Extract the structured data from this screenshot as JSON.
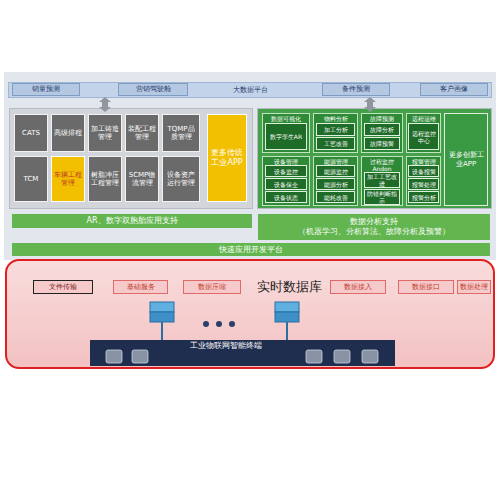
{
  "diagram": {
    "nodes": [
      {
        "text": [
          "大数据平台"
        ]
      },
      {
        "text": [
          "销量预测"
        ],
        "in": 0
      },
      {
        "text": [
          "营销驾驶舱"
        ],
        "in": 0
      },
      {
        "text": [
          "备件预测"
        ],
        "in": 0
      },
      {
        "text": [
          "客户画像"
        ],
        "in": 0
      },
      {
        "text": [
          "CATS"
        ]
      },
      {
        "text": [
          "高级排程"
        ]
      },
      {
        "text": [
          "加工铸造管理"
        ]
      },
      {
        "text": [
          "装配工程管理"
        ]
      },
      {
        "text": [
          "TQMP品质管理"
        ]
      },
      {
        "text": [
          "更多传统工业APP"
        ]
      },
      {
        "text": [
          "TCM"
        ]
      },
      {
        "text": [
          "车辆工程管理"
        ]
      },
      {
        "text": [
          "树脂冲压工程管理"
        ]
      },
      {
        "text": [
          "SCMP物流管理"
        ]
      },
      {
        "text": [
          "设备资产运行管理"
        ]
      },
      {
        "text": [
          "数据可视化"
        ]
      },
      {
        "text": [
          "数字孪生AR"
        ],
        "in": 16
      },
      {
        "text": [
          "物料分析"
        ]
      },
      {
        "text": [
          "加工分析"
        ],
        "in": 18
      },
      {
        "text": [
          "工艺改善"
        ],
        "in": 18
      },
      {
        "text": [
          "故障预测"
        ]
      },
      {
        "text": [
          "故障分析"
        ],
        "in": 21
      },
      {
        "text": [
          "故障预警"
        ],
        "in": 21
      },
      {
        "text": [
          "远程运维"
        ]
      },
      {
        "text": [
          "远程监控中心"
        ],
        "in": 24
      },
      {
        "text": [
          "更多创新工业APP"
        ]
      },
      {
        "text": [
          "设备管理"
        ]
      },
      {
        "text": [
          "设备监控"
        ],
        "in": 27
      },
      {
        "text": [
          "设备保全"
        ],
        "in": 27
      },
      {
        "text": [
          "设备状态"
        ],
        "in": 27
      },
      {
        "text": [
          "能源管理"
        ]
      },
      {
        "text": [
          "能源监控"
        ],
        "in": 31
      },
      {
        "text": [
          "能源分析"
        ],
        "in": 31
      },
      {
        "text": [
          "能耗改善"
        ],
        "in": 31
      },
      {
        "text": [
          "过程监控Andon"
        ]
      },
      {
        "text": [
          "加工工艺改进"
        ],
        "in": 35
      },
      {
        "text": [
          "防错判断指示"
        ],
        "in": 35
      },
      {
        "text": [
          "报警管理"
        ]
      },
      {
        "text": [
          "设备报警"
        ],
        "in": 38
      },
      {
        "text": [
          "报警处理"
        ],
        "in": 38
      },
      {
        "text": [
          "报警分析"
        ],
        "in": 38
      },
      {
        "text": [
          "AR、数字双胞胎应用支持"
        ]
      },
      {
        "text": [
          "数据分析支持",
          "（机器学习、分析算法、故障分析及预警）"
        ]
      },
      {
        "text": [
          "快速应用开发平台"
        ]
      },
      {
        "text": [
          "实时数据库"
        ]
      },
      {
        "text": [
          "文件传输"
        ],
        "in": 45
      },
      {
        "text": [
          "基础服务"
        ],
        "in": 45
      },
      {
        "text": [
          "数据压缩"
        ],
        "in": 45
      },
      {
        "text": [
          "数据接入"
        ],
        "in": 45
      },
      {
        "text": [
          "数据接口"
        ],
        "in": 45
      },
      {
        "text": [
          "数据处理"
        ],
        "in": 45
      },
      {
        "text": [
          "工业物联网智能终端"
        ],
        "in": 45
      }
    ]
  }
}
